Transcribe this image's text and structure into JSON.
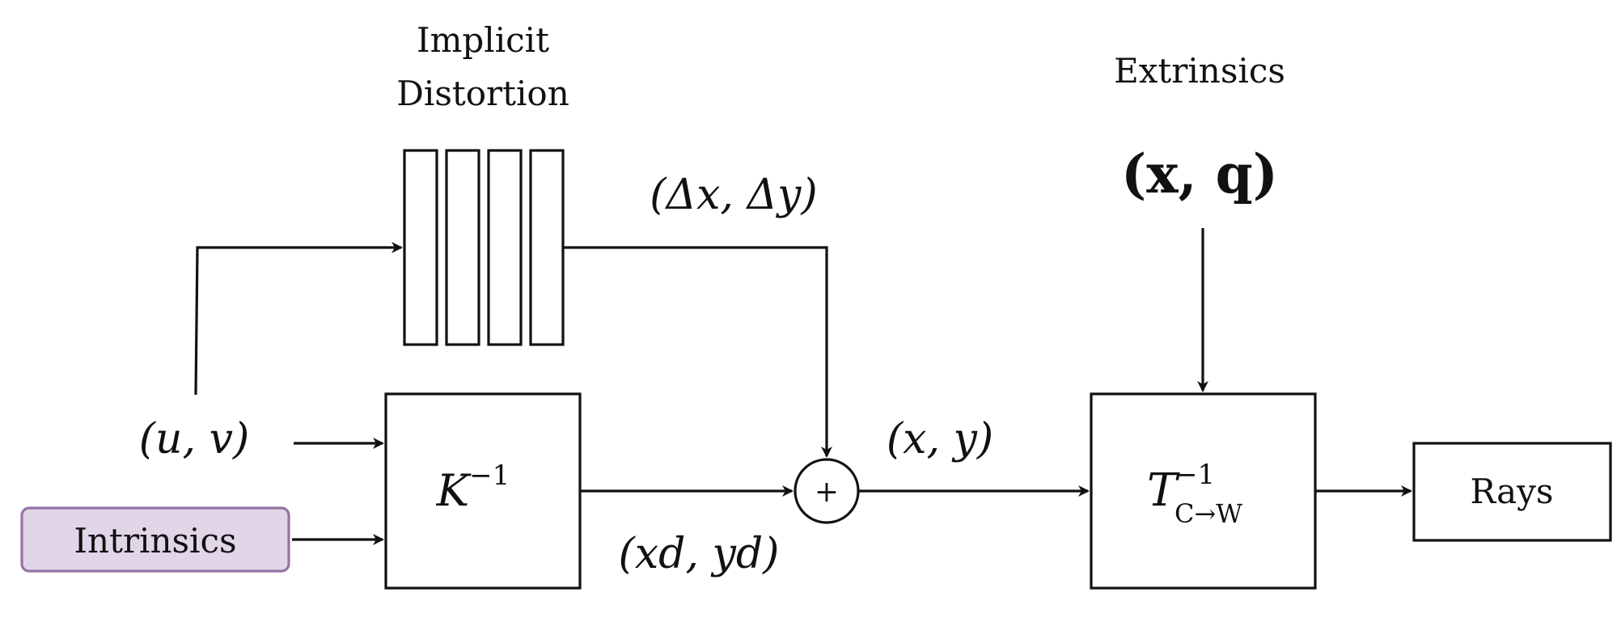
{
  "diagram": {
    "colors": {
      "stroke": "#111111",
      "intrinsics_fill": "#e1d5e7",
      "intrinsics_stroke": "#9673a6"
    },
    "nodes": {
      "implicit_distortion": {
        "label_line1": "Implicit",
        "label_line2": "Distortion"
      },
      "extrinsics": {
        "label": "Extrinsics",
        "params": "(x, q)"
      },
      "intrinsics": {
        "label": "Intrinsics"
      },
      "k_inverse": {
        "label": "K",
        "superscript": "−1"
      },
      "transform": {
        "label": "T",
        "superscript": "−1",
        "subscript": "C→W"
      },
      "sum": {
        "label": "+"
      },
      "rays": {
        "label": "Rays"
      }
    },
    "edge_labels": {
      "uv": "(u, v)",
      "delta": "(Δx, Δy)",
      "xy": "(x, y)",
      "xd_yd": "(xd, yd)"
    }
  }
}
